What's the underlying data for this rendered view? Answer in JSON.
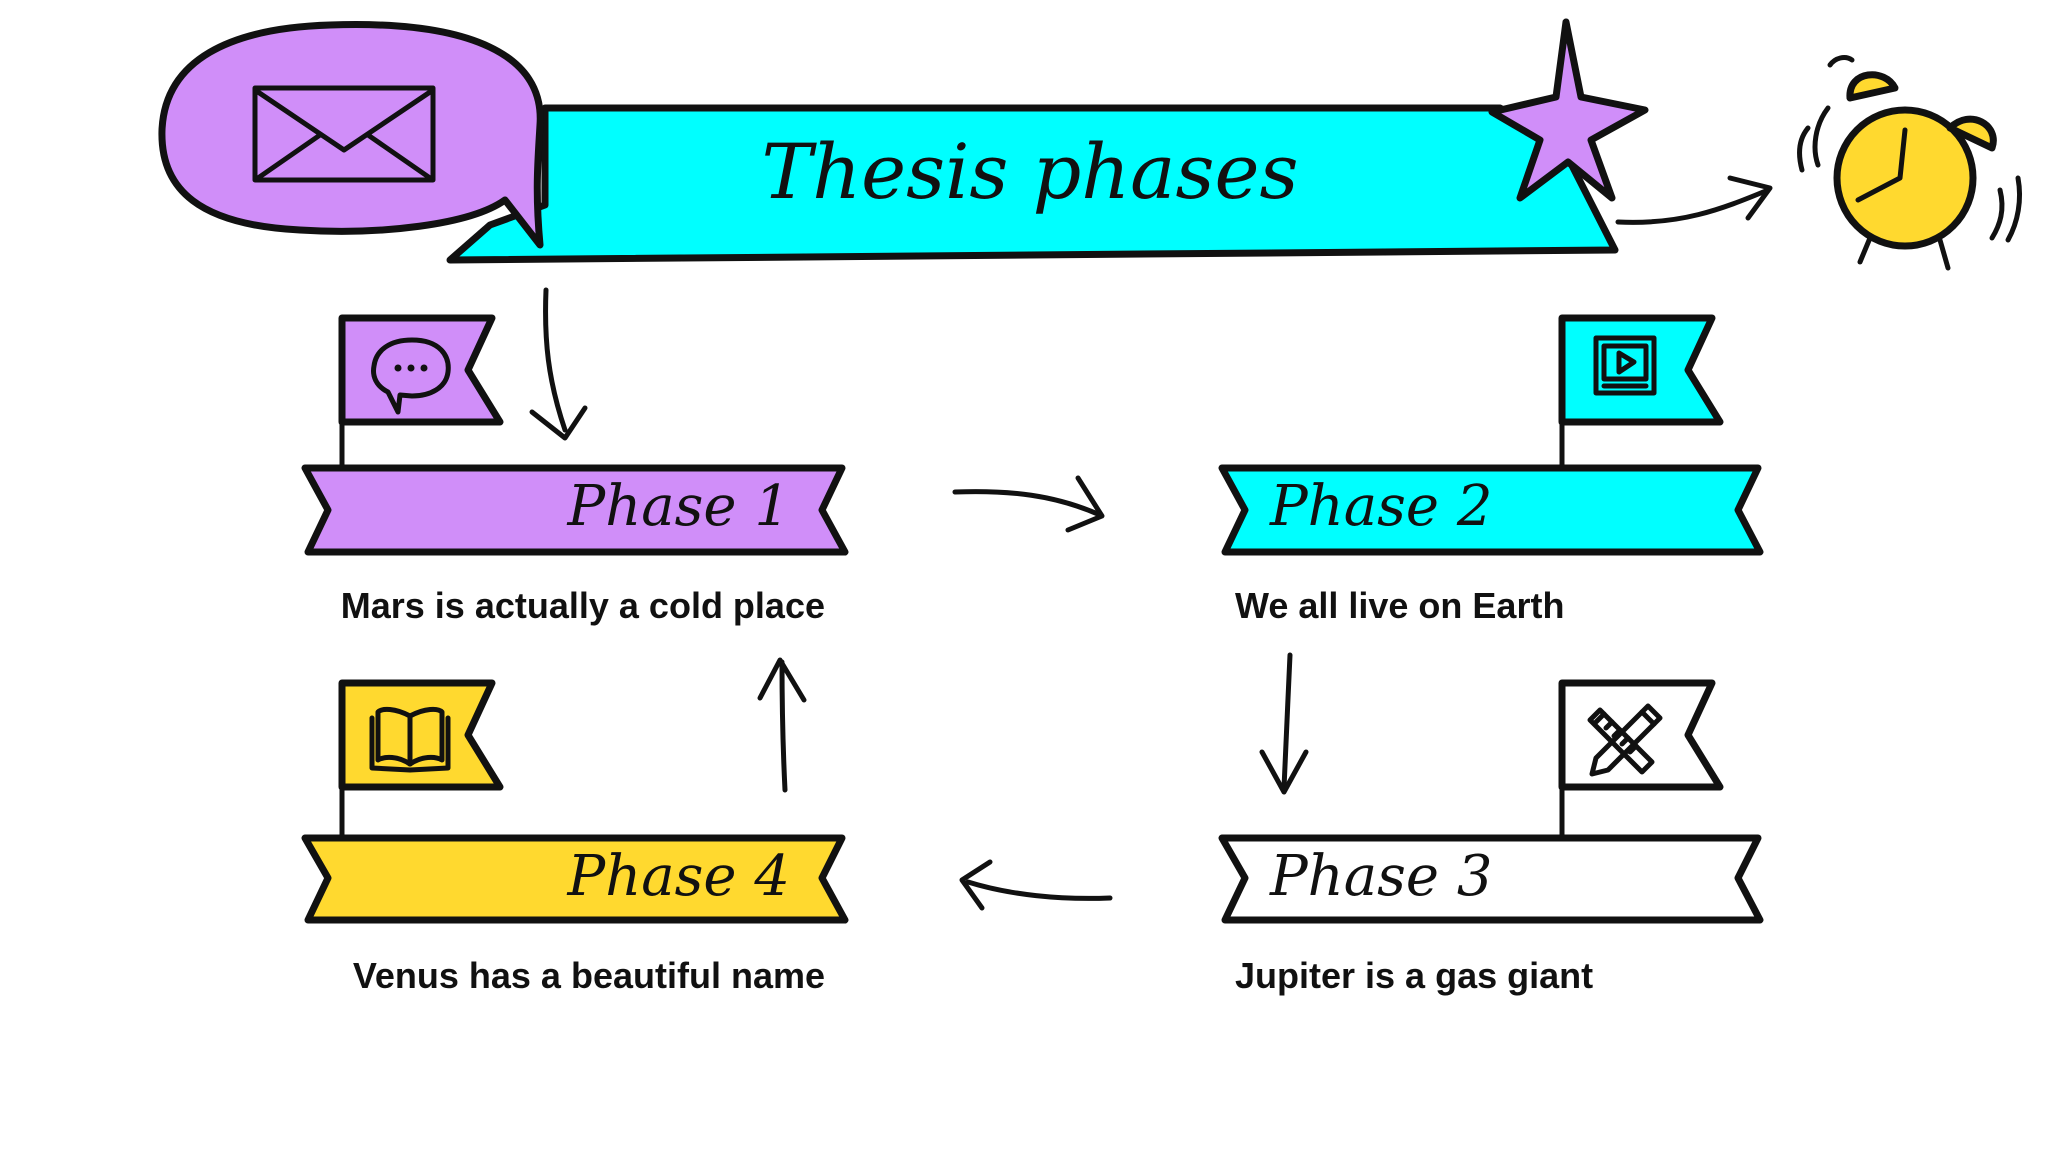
{
  "title": "Thesis phases",
  "colors": {
    "purple": "#d08ef9",
    "cyan": "#00ffff",
    "yellow": "#ffd92f",
    "white": "#ffffff",
    "ink": "#111111"
  },
  "icons": {
    "title": "envelope-icon",
    "star": "star-icon",
    "clock": "alarm-clock-icon"
  },
  "phases": [
    {
      "label": "Phase 1",
      "description": "Mars is actually a cold place",
      "color": "#d08ef9",
      "icon": "chat-bubble-icon"
    },
    {
      "label": "Phase 2",
      "description": "We all live on Earth",
      "color": "#00ffff",
      "icon": "video-player-icon"
    },
    {
      "label": "Phase 3",
      "description": "Jupiter is a gas giant",
      "color": "#ffffff",
      "icon": "pencil-ruler-icon"
    },
    {
      "label": "Phase 4",
      "description": "Venus has a beautiful name",
      "color": "#ffd92f",
      "icon": "open-book-icon"
    }
  ]
}
